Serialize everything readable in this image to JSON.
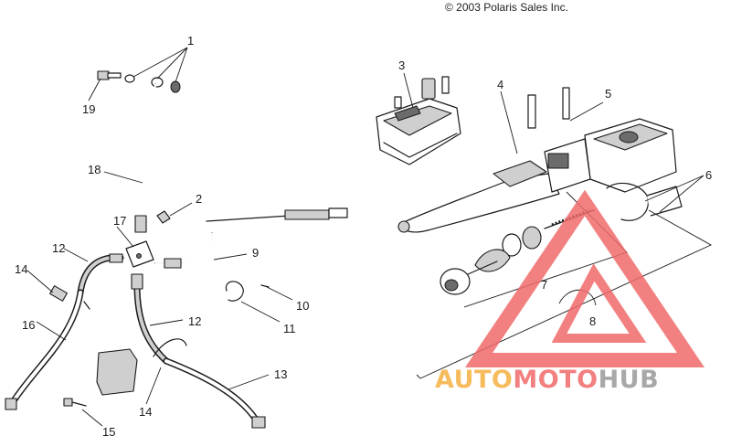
{
  "copyright": "© 2003 Polaris Sales Inc.",
  "callouts": [
    "1",
    "2",
    "3",
    "4",
    "5",
    "6",
    "7",
    "8",
    "9",
    "10",
    "11",
    "12",
    "12",
    "13",
    "14",
    "14",
    "15",
    "16",
    "17",
    "18",
    "19"
  ],
  "watermark": {
    "word1": "AUTO",
    "word2": "MOTO",
    "word3": "HUB",
    "color_orange": "#f5b041",
    "color_red": "#f06b6b",
    "color_gray": "#9a9a9a"
  }
}
